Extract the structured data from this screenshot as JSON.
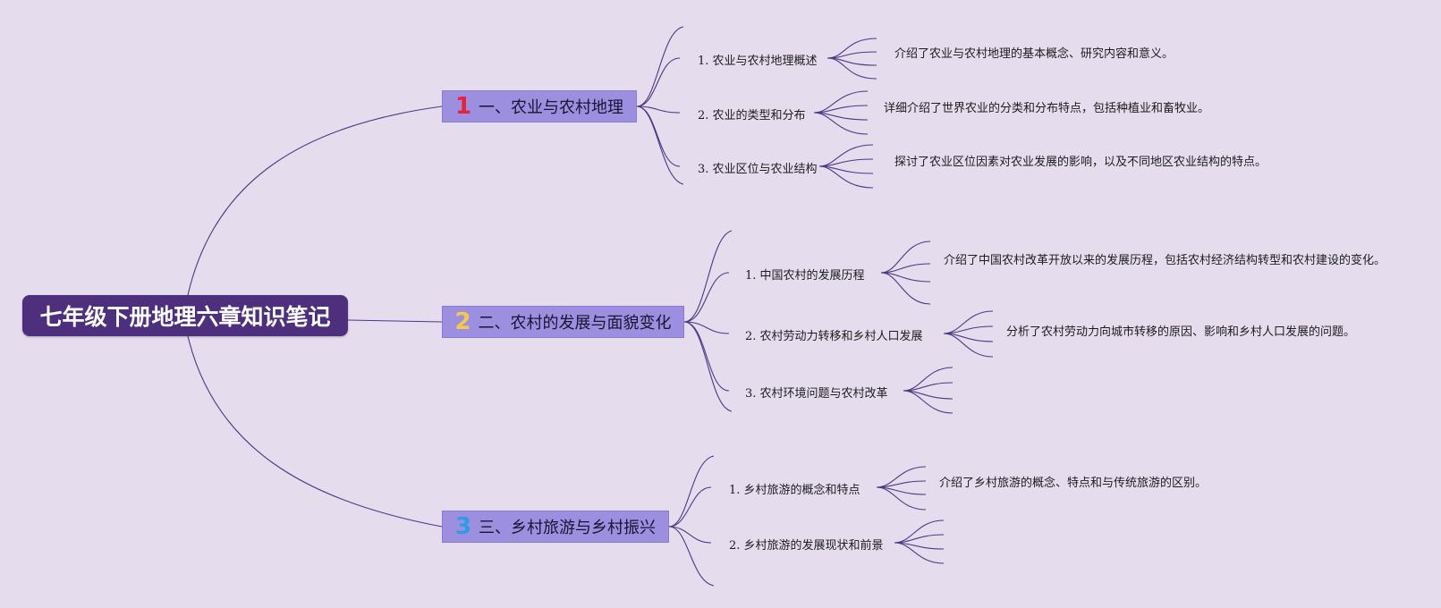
{
  "root": {
    "title": "七年级下册地理六章知识笔记"
  },
  "sections": [
    {
      "number": "1",
      "number_color": "#e8223a",
      "title": "一、农业与农村地理",
      "items": [
        {
          "label": "1. 农业与农村地理概述",
          "desc": "介绍了农业与农村地理的基本概念、研究内容和意义。"
        },
        {
          "label": "2. 农业的类型和分布",
          "desc": "详细介绍了世界农业的分类和分布特点，包括种植业和畜牧业。"
        },
        {
          "label": "3. 农业区位与农业结构",
          "desc": "探讨了农业区位因素对农业发展的影响，以及不同地区农业结构的特点。"
        }
      ]
    },
    {
      "number": "2",
      "number_color": "#f2c94c",
      "title": "二、农村的发展与面貌变化",
      "items": [
        {
          "label": "1. 中国农村的发展历程",
          "desc": "介绍了中国农村改革开放以来的发展历程，包括农村经济结构转型和农村建设的变化。"
        },
        {
          "label": "2. 农村劳动力转移和乡村人口发展",
          "desc": "分析了农村劳动力向城市转移的原因、影响和乡村人口发展的问题。"
        },
        {
          "label": "3. 农村环境问题与农村改革",
          "desc": ""
        }
      ]
    },
    {
      "number": "3",
      "number_color": "#2f9be0",
      "title": "三、乡村旅游与乡村振兴",
      "items": [
        {
          "label": "1. 乡村旅游的概念和特点",
          "desc": "介绍了乡村旅游的概念、特点和与传统旅游的区别。"
        },
        {
          "label": "2. 乡村旅游的发展现状和前景",
          "desc": ""
        }
      ]
    }
  ]
}
